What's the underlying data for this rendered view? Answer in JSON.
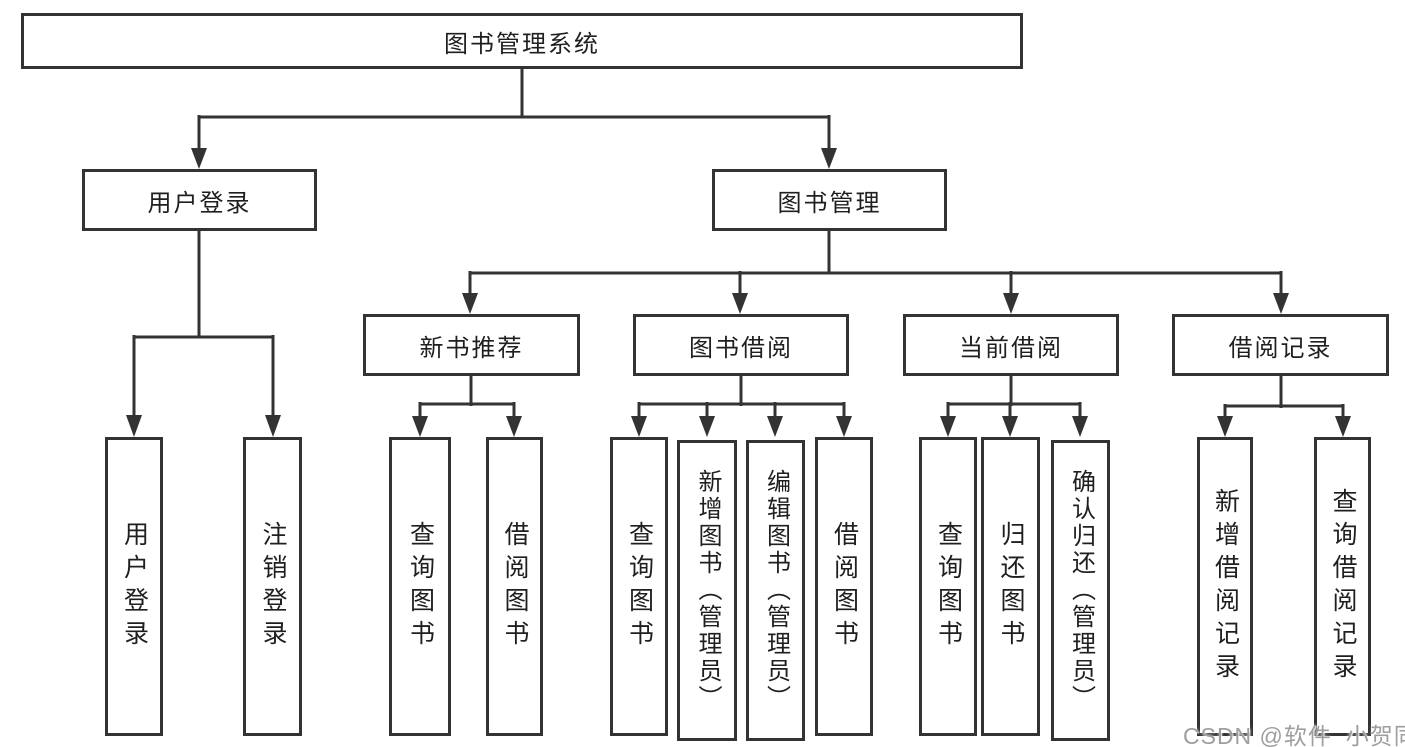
{
  "diagram_type": "functional-structure-tree",
  "tree": {
    "root": "图书管理系统",
    "branches": [
      {
        "label": "用户登录",
        "children": [
          {
            "label": "用户登录"
          },
          {
            "label": "注销登录"
          }
        ]
      },
      {
        "label": "图书管理",
        "children": [
          {
            "label": "新书推荐",
            "children": [
              {
                "label": "查询图书"
              },
              {
                "label": "借阅图书"
              }
            ]
          },
          {
            "label": "图书借阅",
            "children": [
              {
                "label": "查询图书"
              },
              {
                "label": "新增图书（管理员）"
              },
              {
                "label": "编辑图书（管理员）"
              },
              {
                "label": "借阅图书"
              }
            ]
          },
          {
            "label": "当前借阅",
            "children": [
              {
                "label": "查询图书"
              },
              {
                "label": "归还图书"
              },
              {
                "label": "确认归还（管理员）"
              }
            ]
          },
          {
            "label": "借阅记录",
            "children": [
              {
                "label": "新增借阅记录"
              },
              {
                "label": "查询借阅记录"
              }
            ]
          }
        ]
      }
    ]
  },
  "watermark": {
    "text": "CSDN @软件_小贺同学"
  },
  "colors": {
    "line": "#333333",
    "box_border": "#333333",
    "text": "#1f1f1f",
    "watermark": "#9e9e9e",
    "background": "#ffffff"
  }
}
